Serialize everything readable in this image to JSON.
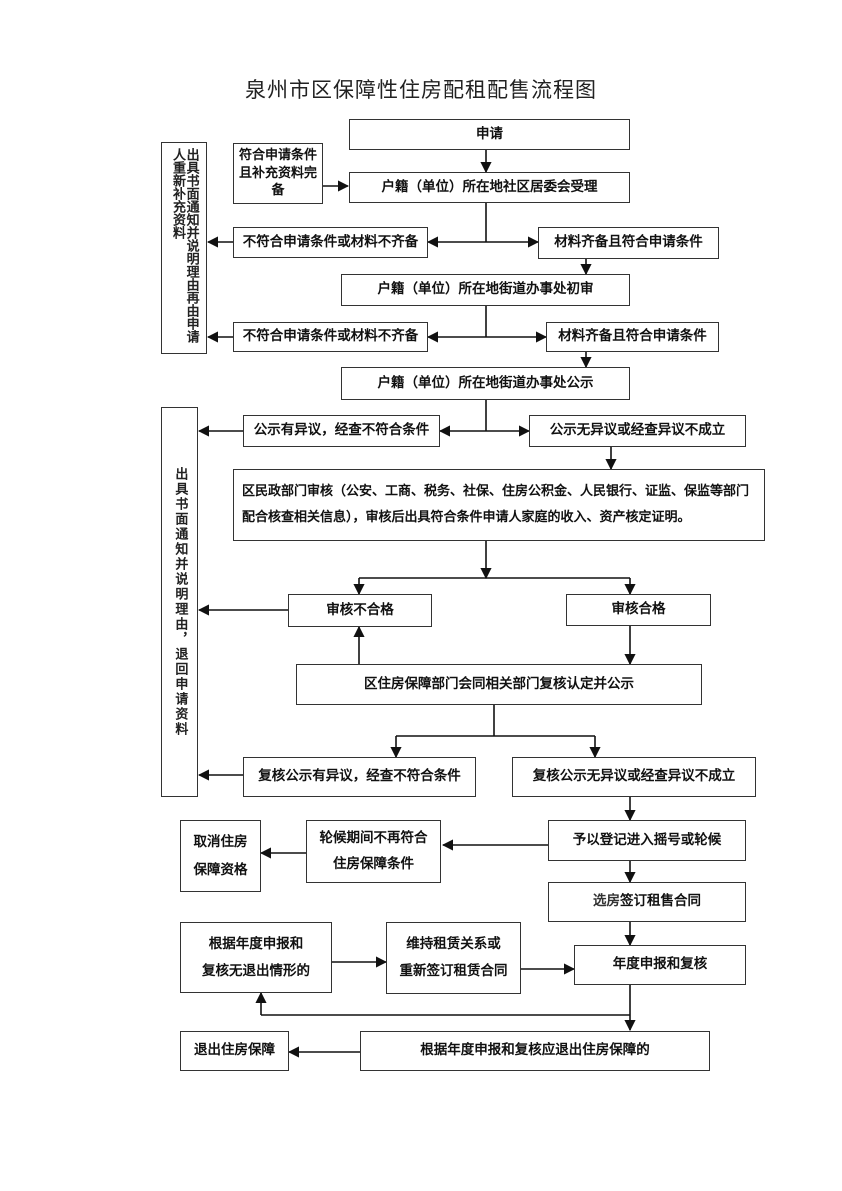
{
  "title": "泉州市区保障性住房配租配售流程图",
  "side_notes": {
    "note1": "出具书面通知并说明理由再由申请人重新补充资料",
    "note2": "出具书面通知并说明理由，退回申请资料"
  },
  "nodes": {
    "apply": "申请",
    "supplement": "符合申请条件且补充资料完备",
    "community_accept": "户籍（单位）所在地社区居委会受理",
    "community_reject": "不符合申请条件或材料不齐备",
    "community_pass": "材料齐备且符合申请条件",
    "street_first_review": "户籍（单位）所在地街道办事处初审",
    "street_reject": "不符合申请条件或材料不齐备",
    "street_pass": "材料齐备且符合申请条件",
    "street_publicity": "户籍（单位）所在地街道办事处公示",
    "publicity_objection": "公示有异议，经查不符合条件",
    "publicity_no_objection": "公示无异议或经查异议不成立",
    "civil_review": "区民政部门审核（公安、工商、税务、社保、住房公积金、人民银行、证监、保监等部门配合核查相关信息），审核后出具符合条件申请人家庭的收入、资产核定证明。",
    "review_fail": "审核不合格",
    "review_pass": "审核合格",
    "housing_recheck": "区住房保障部门会同相关部门复核认定并公示",
    "recheck_objection": "复核公示有异议，经查不符合条件",
    "recheck_no_objection": "复核公示无异议或经查异议不成立",
    "cancel_line1": "取消住房",
    "cancel_line2": "保障资格",
    "waiting_line1": "轮候期间不再符合",
    "waiting_line2": "住房保障条件",
    "register": "予以登记进入摇号或轮候",
    "choose_house_prefix": "选房",
    "choose_house_bold": "签订租售合同",
    "annual_no_exit_line1": "根据年度申报和",
    "annual_no_exit_line2": "复核无退出情形的",
    "maintain_line1": "维持租赁关系或",
    "maintain_line2": "重新签订租赁合同",
    "annual_declare": "年度申报和复核",
    "exit_housing": "退出住房保障",
    "annual_exit": "根据年度申报和复核应退出住房保障的"
  }
}
